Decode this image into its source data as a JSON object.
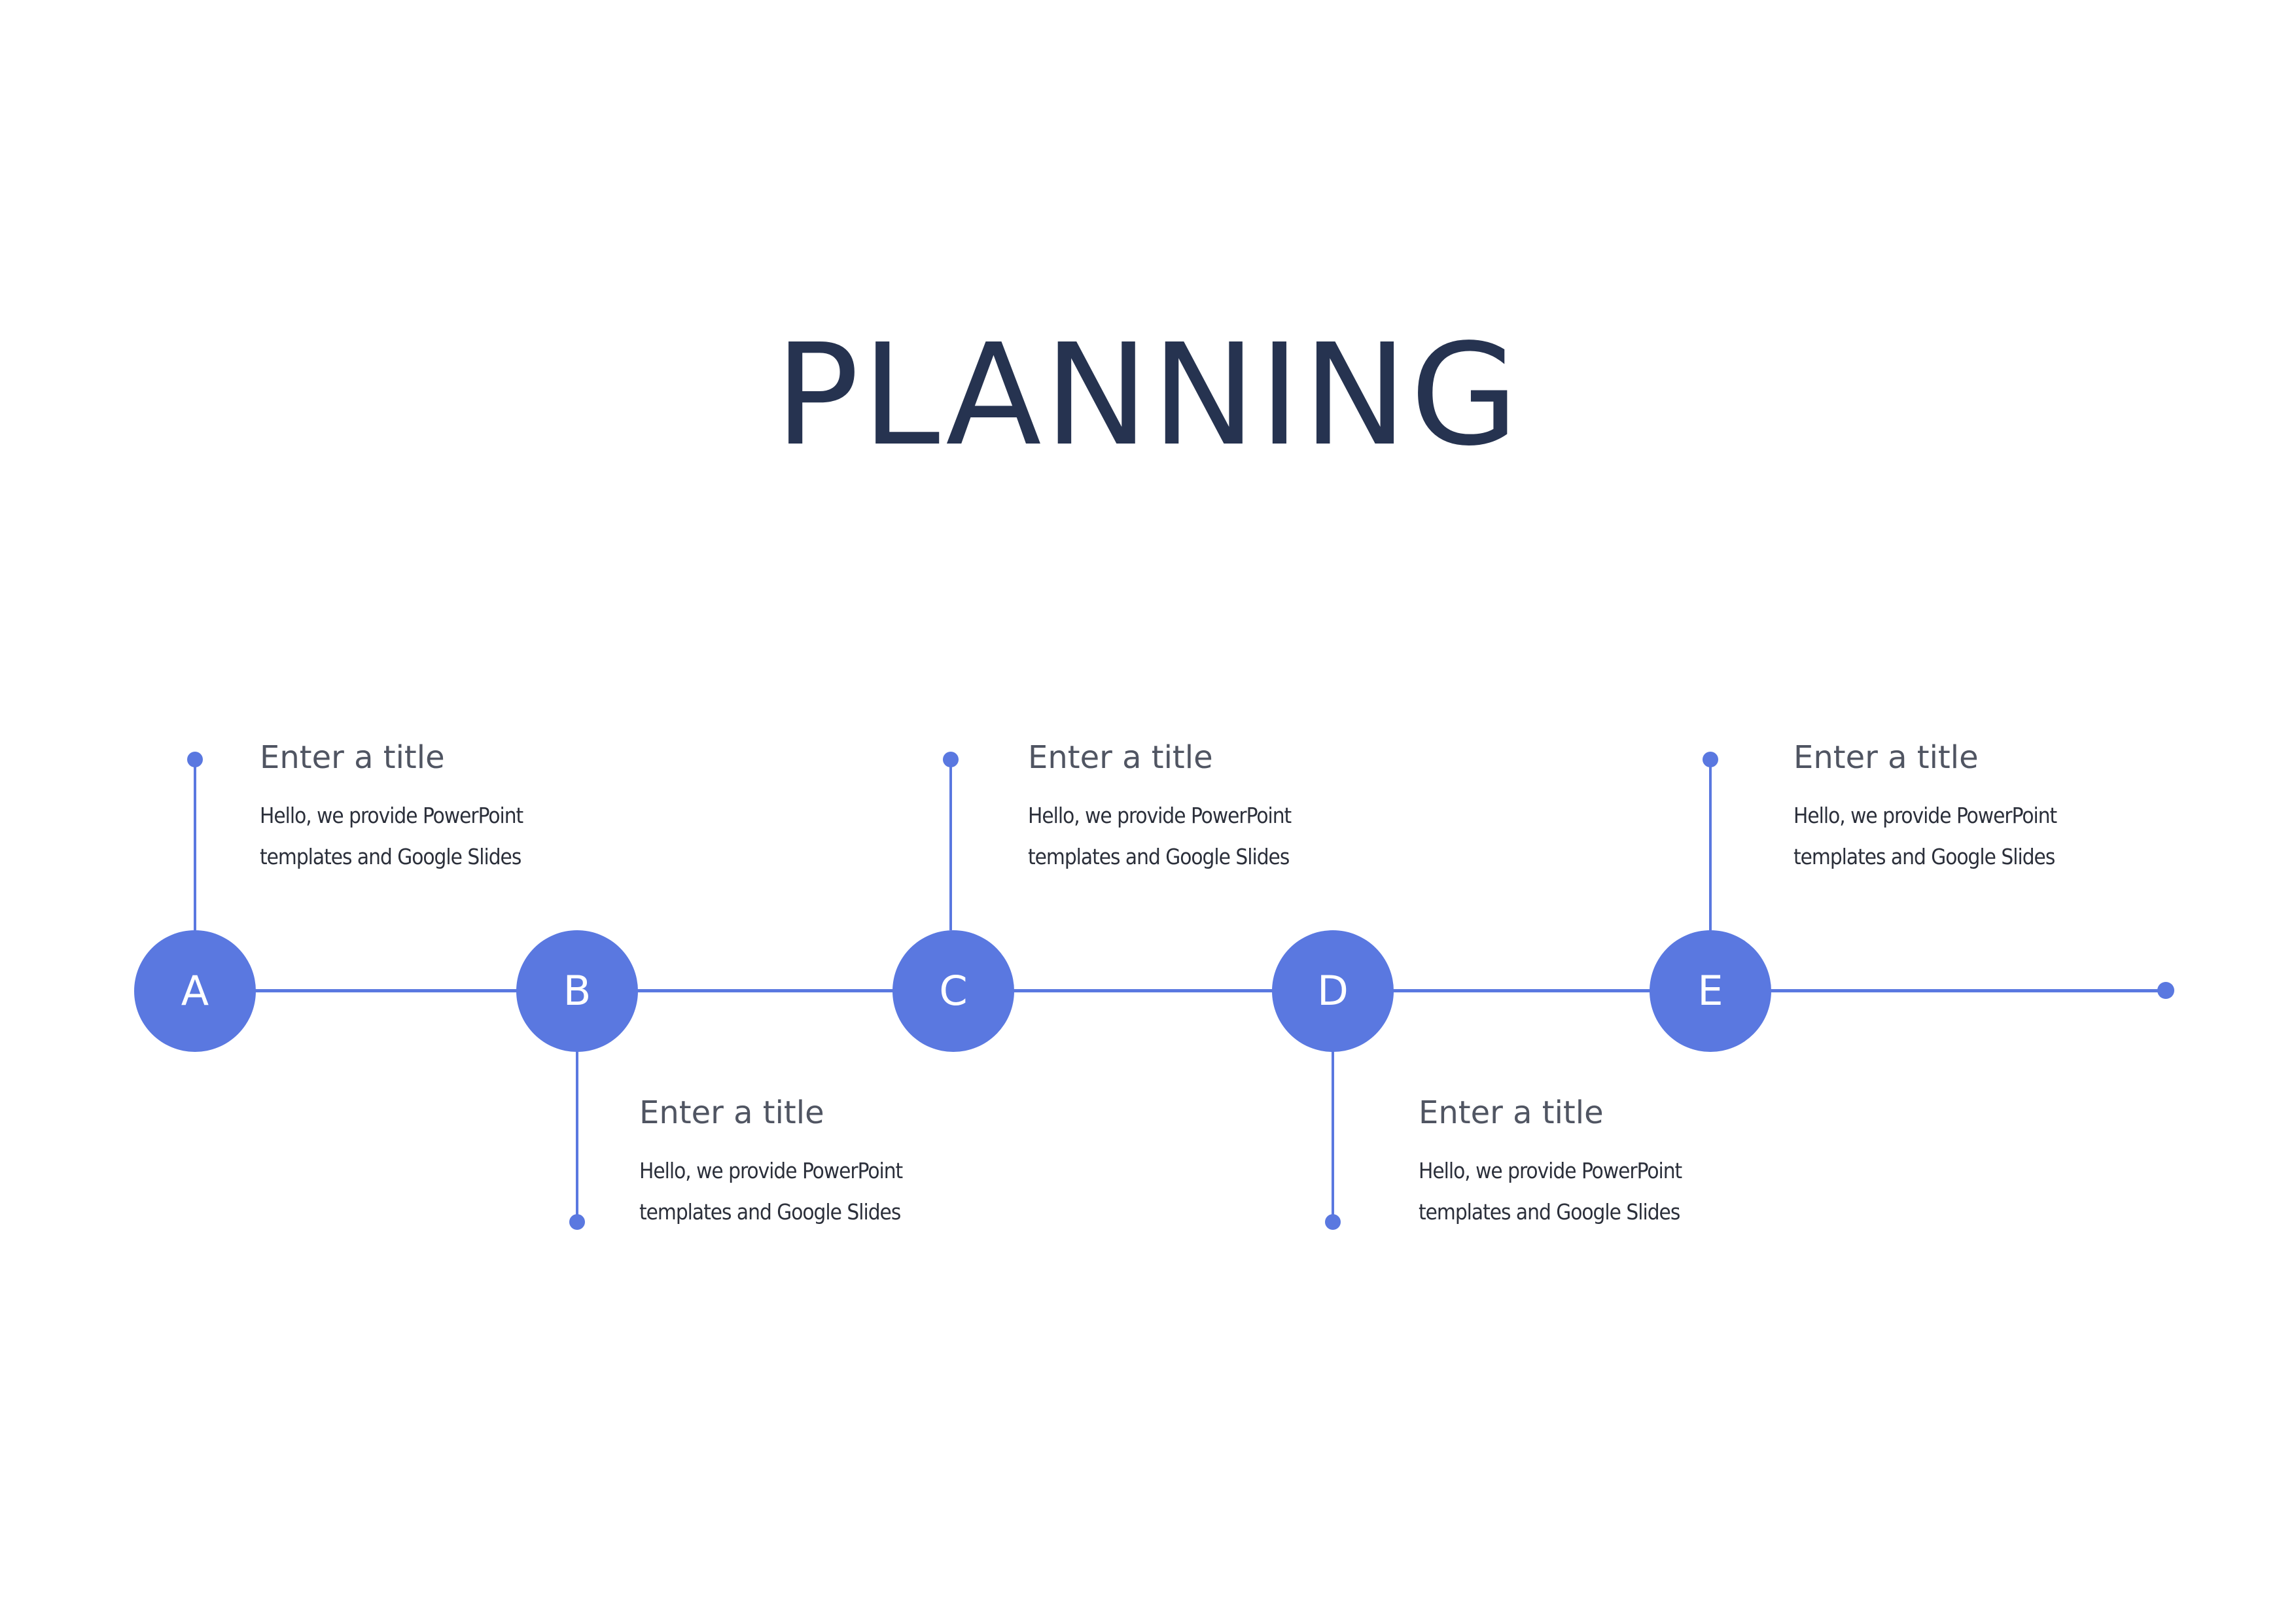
{
  "title": "PLANNING",
  "colors": {
    "accent": "#5a78e0",
    "title": "#263350",
    "step_title": "#505562",
    "text": "#2b2f3a",
    "background": "#ffffff"
  },
  "steps": [
    {
      "letter": "A",
      "title": "Enter a title",
      "description": "Hello, we provide PowerPoint templates and Google Slides",
      "position": "above"
    },
    {
      "letter": "B",
      "title": "Enter a title",
      "description": "Hello, we provide PowerPoint templates and Google Slides",
      "position": "below"
    },
    {
      "letter": "C",
      "title": "Enter a title",
      "description": "Hello, we provide PowerPoint templates and Google Slides",
      "position": "above"
    },
    {
      "letter": "D",
      "title": "Enter a title",
      "description": "Hello, we provide PowerPoint templates and Google Slides",
      "position": "below"
    },
    {
      "letter": "E",
      "title": "Enter a title",
      "description": "Hello, we provide PowerPoint templates and Google Slides",
      "position": "above"
    }
  ]
}
